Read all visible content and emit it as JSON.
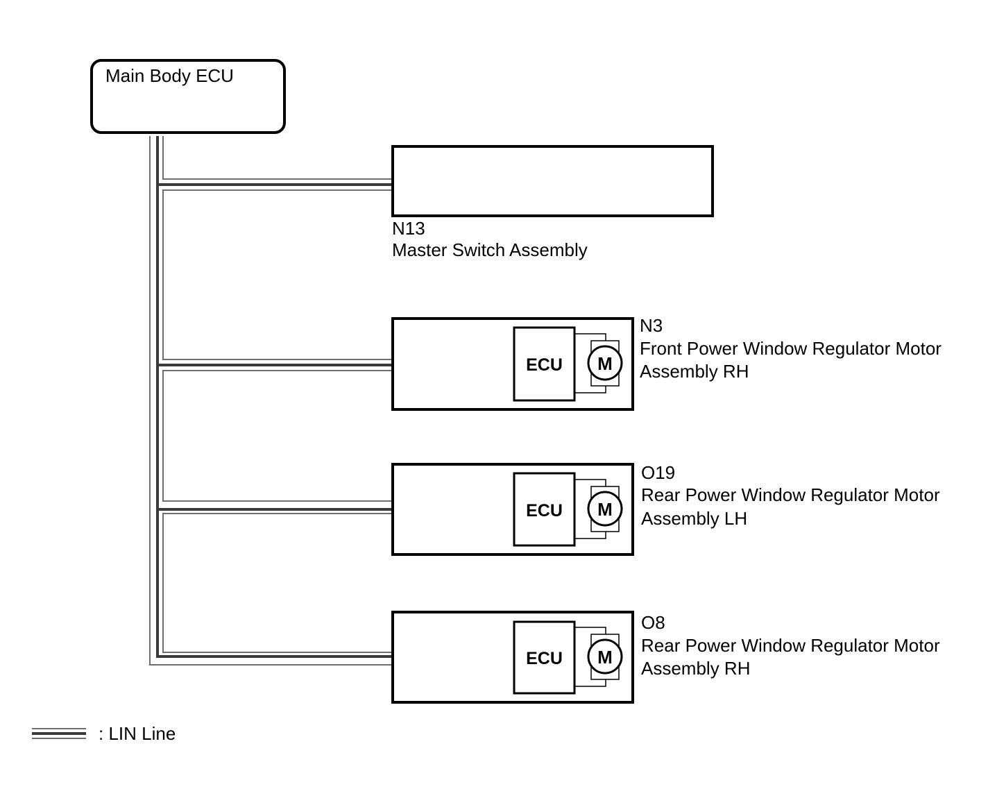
{
  "main_ecu": {
    "label": "Main Body ECU"
  },
  "components": [
    {
      "code": "N13",
      "name_line1": "Master Switch Assembly",
      "name_line2": ""
    },
    {
      "code": "N3",
      "name_line1": "Front Power Window Regulator Motor",
      "name_line2": "Assembly RH",
      "ecu_label": "ECU",
      "motor_label": "M"
    },
    {
      "code": "O19",
      "name_line1": "Rear Power Window Regulator Motor",
      "name_line2": "Assembly LH",
      "ecu_label": "ECU",
      "motor_label": "M"
    },
    {
      "code": "O8",
      "name_line1": "Rear Power Window Regulator Motor",
      "name_line2": "Assembly RH",
      "ecu_label": "ECU",
      "motor_label": "M"
    }
  ],
  "legend": {
    "label": ": LIN Line"
  },
  "colors": {
    "line_dark": "#3a3a3a",
    "line_light": "#6e6e6e",
    "outline": "#000000"
  }
}
